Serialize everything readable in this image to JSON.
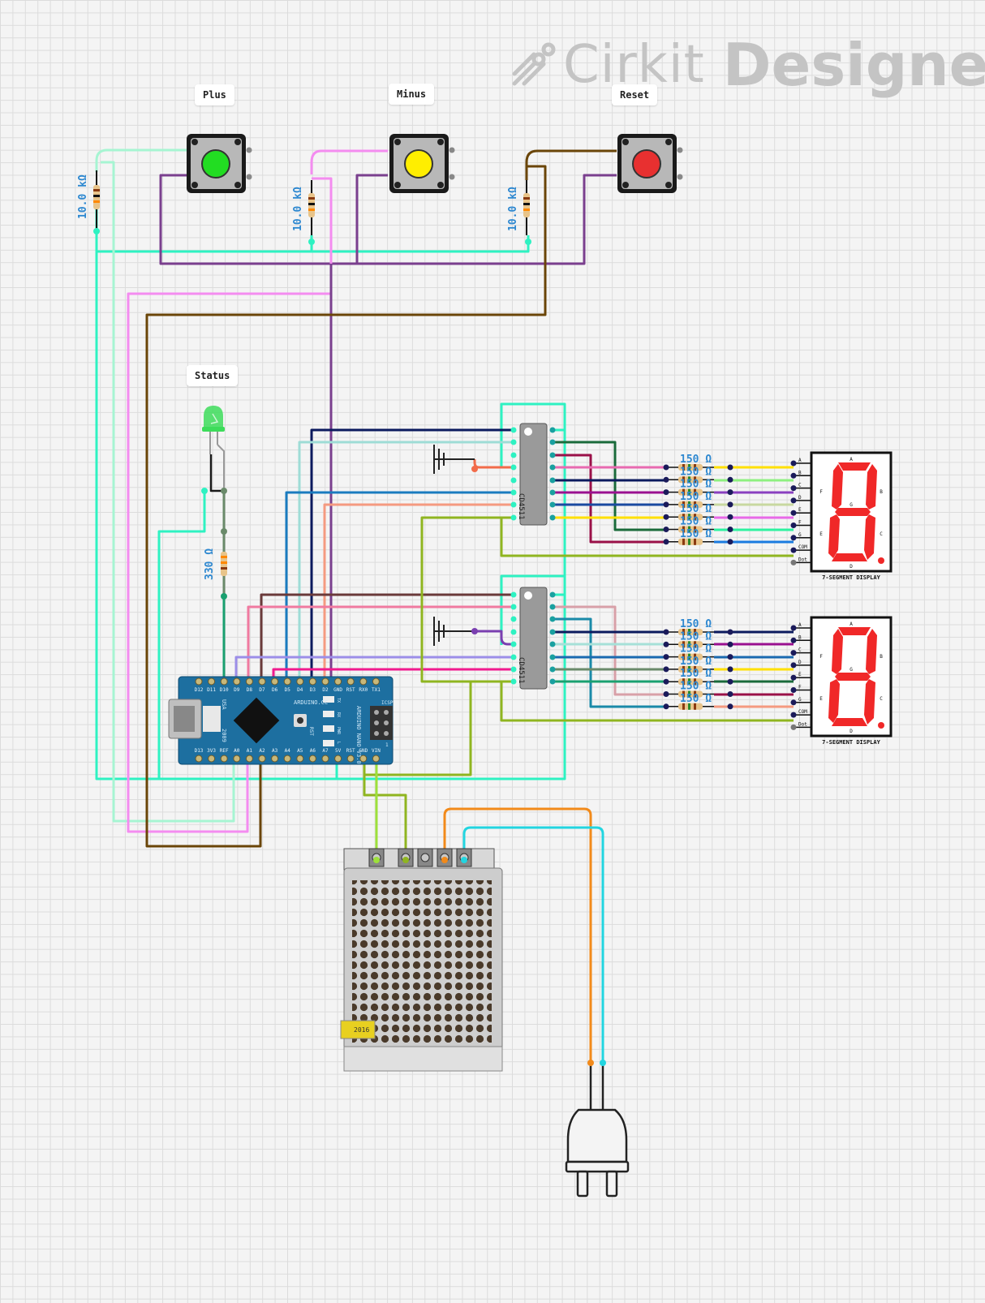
{
  "brand": {
    "name_light": "Cirkit",
    "name_bold": "Designer"
  },
  "buttons": [
    {
      "label": "Plus",
      "color": "#22dd22"
    },
    {
      "label": "Minus",
      "color": "#ffee00"
    },
    {
      "label": "Reset",
      "color": "#e83030"
    }
  ],
  "status": {
    "label": "Status",
    "color": "#3ddc5a"
  },
  "resistors": {
    "pullup": "10.0 kΩ",
    "led": "330 Ω",
    "segment": "150 Ω"
  },
  "ics": [
    {
      "name": "CD4511"
    },
    {
      "name": "CD4511"
    }
  ],
  "displays": [
    {
      "title": "7-SEGMENT DISPLAY",
      "pins": [
        "A",
        "B",
        "C",
        "D",
        "E",
        "F",
        "G",
        "COM",
        "Dot"
      ],
      "segments": [
        "A",
        "B",
        "C",
        "D",
        "E",
        "F",
        "G"
      ]
    },
    {
      "title": "7-SEGMENT DISPLAY",
      "pins": [
        "A",
        "B",
        "C",
        "D",
        "E",
        "F",
        "G",
        "COM",
        "Dot"
      ],
      "segments": [
        "A",
        "B",
        "C",
        "D",
        "E",
        "F",
        "G"
      ]
    }
  ],
  "arduino": {
    "top_pins": [
      "D12",
      "D11",
      "D10",
      "D9",
      "D8",
      "D7",
      "D6",
      "D5",
      "D4",
      "D3",
      "D2",
      "GND",
      "RST",
      "RX0",
      "TX1"
    ],
    "bottom_pins": [
      "D13",
      "3V3",
      "REF",
      "A0",
      "A1",
      "A2",
      "A3",
      "A4",
      "A5",
      "A6",
      "A7",
      "5V",
      "RST",
      "GND",
      "VIN"
    ],
    "brand": "ARDUINO.CC",
    "model": "ARDUINO NANO V3.0",
    "made_in": "USA",
    "year": "2009",
    "leds": [
      "TX",
      "RX",
      "PWR",
      "L"
    ],
    "rst_label": "RST",
    "icsp_label": "ICSP",
    "icsp_pin1": "1"
  },
  "psu": {
    "sticker": "2016"
  },
  "wire_colors": {
    "cyan": "#2ef2c2",
    "purple": "#7a3f8e",
    "pink": "#f48cf0",
    "brown": "#6a4508",
    "olive": "#8fb520",
    "mint": "#a6f5d2",
    "orange": "#f28a1a",
    "aqua": "#22d5e0"
  }
}
